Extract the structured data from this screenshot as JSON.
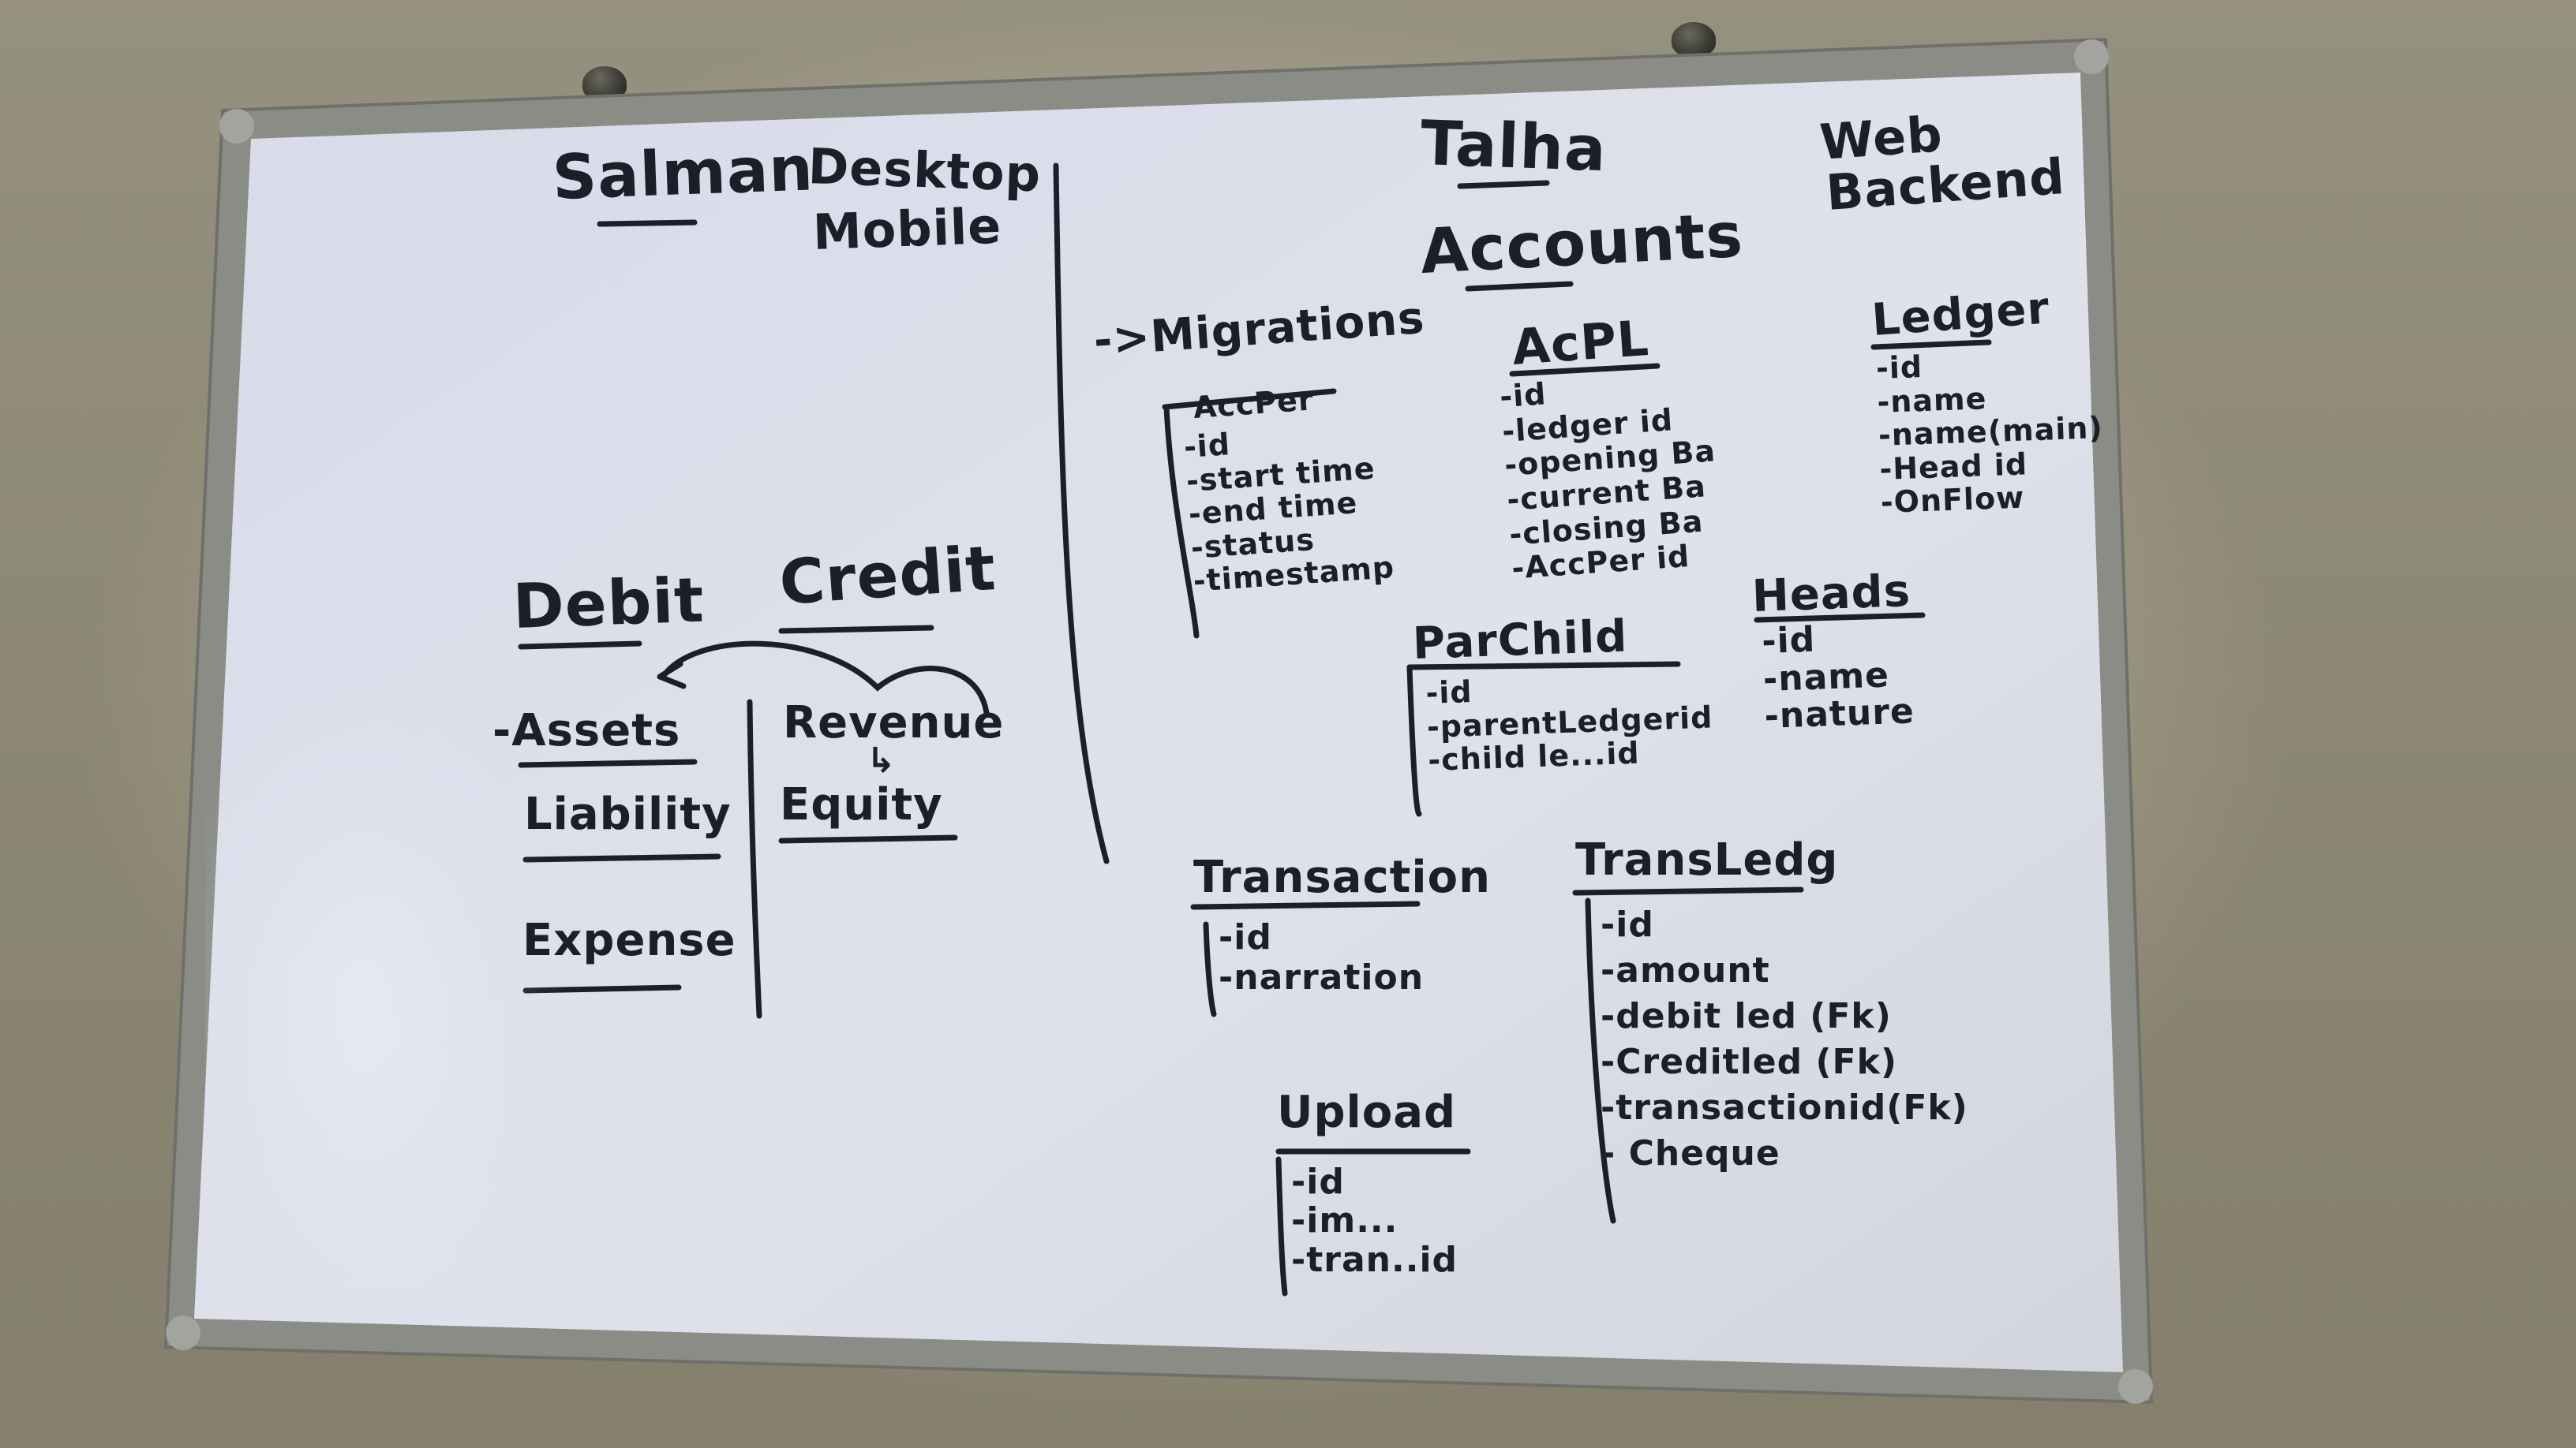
{
  "left": {
    "owner": "Salman",
    "platforms": [
      "Desktop",
      "Mobile"
    ],
    "debit_label": "Debit",
    "credit_label": "Credit",
    "debit_items": [
      "-Assets",
      "Liability",
      "Expense"
    ],
    "credit_items": [
      "Revenue",
      "↳",
      "Equity"
    ]
  },
  "right": {
    "owner": "Talha",
    "platforms": [
      "Web",
      "Backend"
    ],
    "section": "Accounts",
    "migrations_label": "->Migrations",
    "tables": [
      {
        "name": "AccPer",
        "fields": [
          "-id",
          "-start time",
          "-end time",
          "-status",
          "-timestamp"
        ]
      },
      {
        "name": "AcPL",
        "fields": [
          "-id",
          "-ledger id",
          "-opening Ba",
          "-current Ba",
          "-closing Ba",
          "-AccPer id"
        ]
      },
      {
        "name": "Ledger",
        "fields": [
          "-id",
          "-name",
          "-name(main)",
          "-Head id",
          "-OnFlow"
        ]
      },
      {
        "name": "ParChild",
        "fields": [
          "-id",
          "-parentLedgerid",
          "-child le...id"
        ]
      },
      {
        "name": "Heads",
        "fields": [
          "-id",
          "-name",
          "-nature"
        ]
      },
      {
        "name": "Transaction",
        "fields": [
          "-id",
          "-narration"
        ]
      },
      {
        "name": "TransLedg",
        "fields": [
          "-id",
          "-amount",
          "-debit led (Fk)",
          "-Creditled (Fk)",
          "-transactionid(Fk)",
          "- Cheque"
        ]
      },
      {
        "name": "Upload",
        "fields": [
          "-id",
          "-im...",
          "-tran..id"
        ]
      }
    ]
  },
  "colors": {
    "wall": "#b8b39a",
    "frame": "#8b8c86",
    "board": "#dde0ea",
    "ink": "#1c1f2a"
  }
}
